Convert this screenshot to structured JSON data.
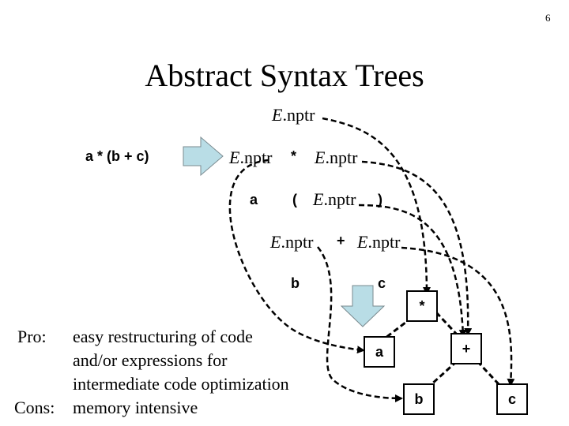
{
  "page_number": "6",
  "title": "Abstract Syntax Trees",
  "expression": "a * (b + c)",
  "parse_tree": {
    "e_label": "E",
    "nptr_label": ".nptr",
    "star": "*",
    "plus": "+",
    "lparen": "(",
    "rparen": ")",
    "a": "a",
    "b": "b",
    "c": "c"
  },
  "ast": {
    "star": "*",
    "plus": "+",
    "a": "a",
    "b": "b",
    "c": "c"
  },
  "notes": {
    "pro_label": "Pro:",
    "cons_label": "Cons:",
    "pro_lines": [
      "easy restructuring of code",
      "and/or expressions for",
      "intermediate code optimization"
    ],
    "cons_text": "memory intensive"
  },
  "colors": {
    "arrow_fill": "#b9dde6",
    "ink": "#000000"
  }
}
